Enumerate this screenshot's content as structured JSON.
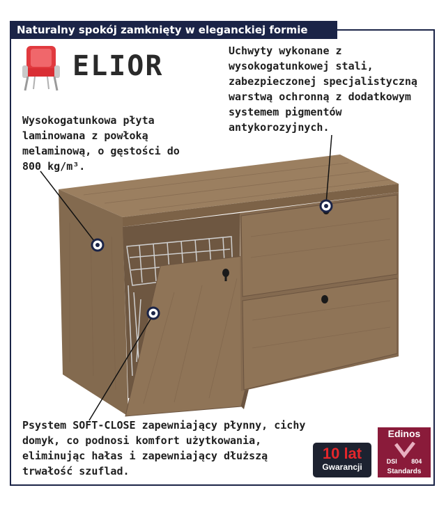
{
  "header": {
    "title": "Naturalny spokój zamknięty w eleganckiej formie"
  },
  "brand": {
    "name": "ELIOR",
    "logo_icon": "red-chair-icon"
  },
  "features": {
    "handles": "Uchwyty wykonane z wysokogatunkowej stali, zabezpieczonej specjalistyczną warstwą ochronną z dodatkowym systemem pigmentów antykorozyjnych.",
    "board": "Wysokogatunkowa płyta laminowana z powłoką melaminową, o gęstości do 800 kg/m³.",
    "softclose": "Psystem SOFT-CLOSE zapewniający płynny, cichy domyk, co podnosi komfort użytkowania, eliminując hałas i zapewniający dłuższą trwałość szuflad."
  },
  "badges": {
    "warranty_number": "10 lat",
    "warranty_label": "Gwarancji",
    "edinos_name": "Edinos",
    "edinos_dsi": "DSI",
    "edinos_code": "804",
    "edinos_standards": "Standards"
  },
  "colors": {
    "navy": "#1b2447",
    "wood": "#8a6f52",
    "brand_red": "#e5262b",
    "edinos": "#8a1b3a"
  }
}
